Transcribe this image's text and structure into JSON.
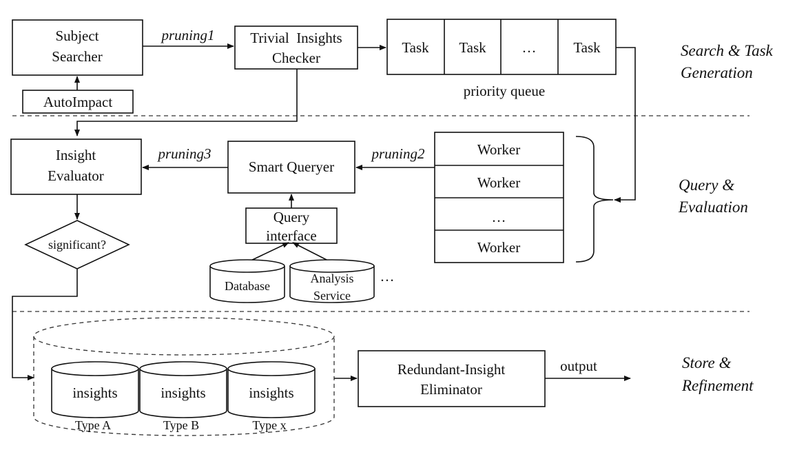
{
  "nodes": {
    "subject_searcher": [
      "Subject",
      "Searcher"
    ],
    "autoimpact": "AutoImpact",
    "trivial_checker": [
      "Trivial  Insights",
      "Checker"
    ],
    "task_queue": {
      "cells": [
        "Task",
        "Task",
        "…",
        "Task"
      ],
      "label": "priority queue"
    },
    "insight_evaluator": [
      "Insight",
      "Evaluator"
    ],
    "smart_queryer": "Smart Queryer",
    "query_interface": [
      "Query",
      "interface"
    ],
    "database": "Database",
    "analysis_service": [
      "Analysis",
      "Service"
    ],
    "more_services": "…",
    "significant": "significant?",
    "workers": [
      "Worker",
      "Worker",
      "…",
      "Worker"
    ],
    "insights": [
      {
        "label": "insights",
        "type": "Type A"
      },
      {
        "label": "insights",
        "type": "Type B"
      },
      {
        "label": "insights",
        "type": "Type x"
      }
    ],
    "eliminator": [
      "Redundant-Insight",
      "Eliminator"
    ]
  },
  "edges": {
    "pruning1": "pruning1",
    "pruning2": "pruning2",
    "pruning3": "pruning3",
    "output": "output"
  },
  "sections": {
    "search_task": [
      "Search & Task",
      "Generation"
    ],
    "query_eval": [
      "Query &",
      "Evaluation"
    ],
    "store_refine": [
      "Store &",
      "Refinement"
    ]
  }
}
